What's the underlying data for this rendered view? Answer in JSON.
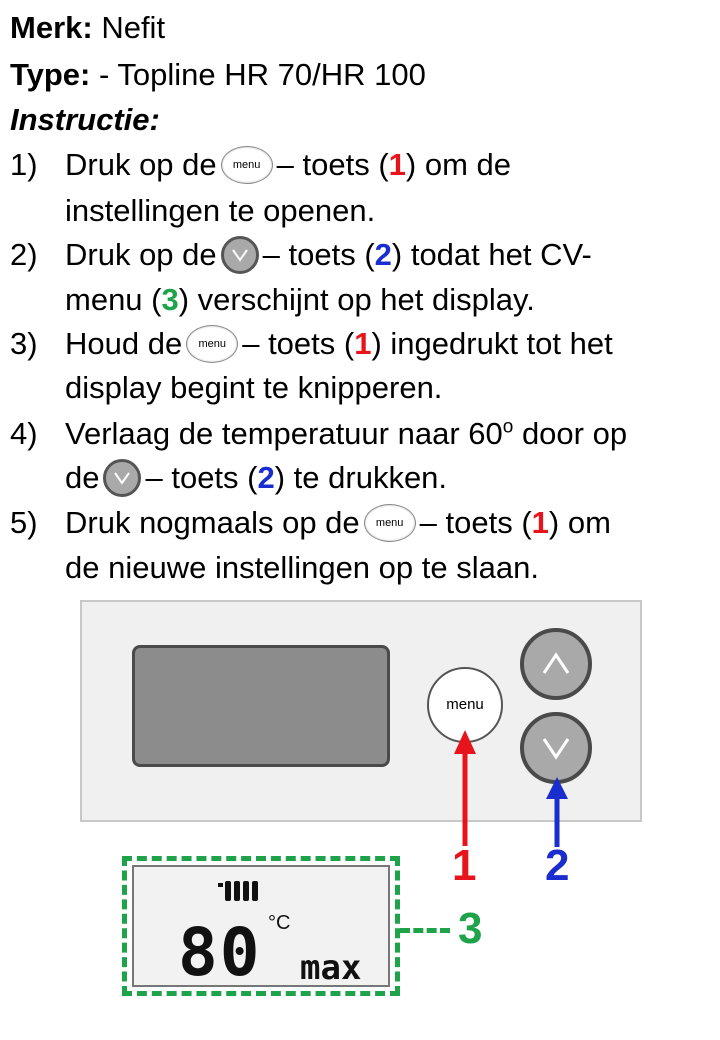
{
  "header": {
    "brand_label": "Merk:",
    "brand_value": " Nefit",
    "type_label": "Type:",
    "type_value": " - Topline HR 70/HR 100",
    "instruction_label": "Instructie:"
  },
  "steps": [
    {
      "num": "1)",
      "a": "Druk op de",
      "btn": "menu",
      "b": "– toets (",
      "ref": "1",
      "c": ") om de",
      "line2": "instellingen te openen."
    },
    {
      "num": "2)",
      "a": "Druk op de",
      "b": "– toets (",
      "ref": "2",
      "c": ") todat het CV-",
      "line2a": "menu (",
      "ref2": "3",
      "line2b": ") verschijnt op het display."
    },
    {
      "num": "3)",
      "a": "Houd de",
      "btn": "menu",
      "b": "– toets (",
      "ref": "1",
      "c": ") ingedrukt tot het",
      "line2": "display begint te knipperen."
    },
    {
      "num": "4)",
      "a": "Verlaag de temperatuur naar 60",
      "sup": "o",
      "c": " door op",
      "line2a": "de",
      "line2b": "– toets (",
      "ref": "2",
      "line2c": ") te drukken."
    },
    {
      "num": "5)",
      "a": "Druk nogmaals op de",
      "btn": "menu",
      "b": "– toets (",
      "ref": "1",
      "c": ") om",
      "line2": "de nieuwe instellingen op te slaan."
    }
  ],
  "diagram": {
    "menu_button_label": "menu",
    "callout_1": "1",
    "callout_2": "2",
    "callout_3": "3",
    "lcd_temperature": "80",
    "lcd_unit": "°C",
    "lcd_mode": "max"
  },
  "colors": {
    "red": "#e8141b",
    "blue": "#1a2ecf",
    "green": "#1fa34a"
  }
}
